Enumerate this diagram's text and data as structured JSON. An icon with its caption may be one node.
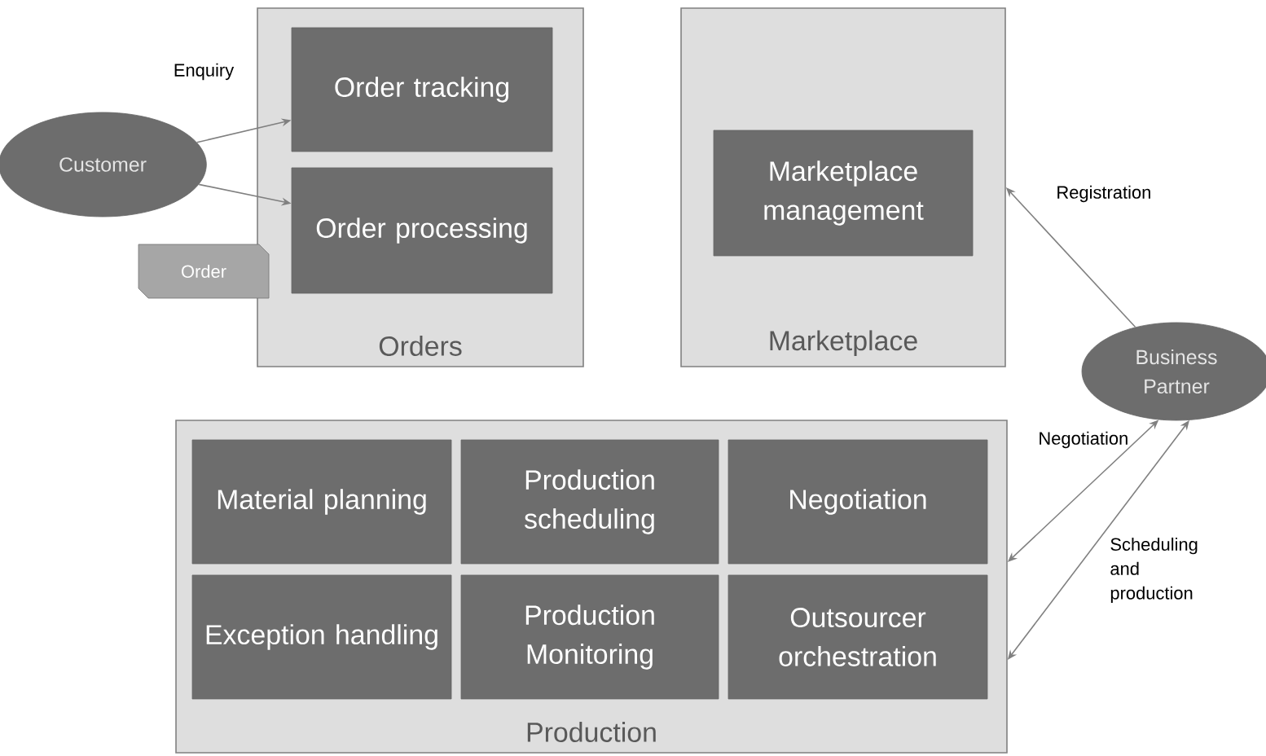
{
  "diagram": {
    "nodes": [
      {
        "text": [
          "Orders"
        ]
      },
      {
        "text": [
          "Order tracking"
        ],
        "in": 0
      },
      {
        "text": [
          "Order processing"
        ],
        "in": 0
      },
      {
        "text": [
          "Customer"
        ]
      },
      {
        "text": [
          "Order"
        ]
      },
      {
        "text": [
          "Marketplace"
        ]
      },
      {
        "text": [
          "Marketplace management"
        ],
        "in": 5
      },
      {
        "text": [
          "Business Partner"
        ]
      },
      {
        "text": [
          "Production"
        ]
      },
      {
        "text": [
          "Material planning"
        ],
        "in": 8
      },
      {
        "text": [
          "Production scheduling"
        ],
        "in": 8
      },
      {
        "text": [
          "Negotiation"
        ],
        "in": 8
      },
      {
        "text": [
          "Exception handling"
        ],
        "in": 8
      },
      {
        "text": [
          "Production Monitoring"
        ],
        "in": 8
      },
      {
        "text": [
          "Outsourcer orchestration"
        ],
        "in": 8
      }
    ],
    "edges": [
      {
        "from": 3,
        "to": 1,
        "arrow": "to",
        "label": "Enquiry"
      },
      {
        "from": 3,
        "to": 2,
        "arrow": "to"
      },
      {
        "from": 7,
        "to": 5,
        "arrow": "to",
        "label": "Registration"
      },
      {
        "from": 7,
        "to": 8,
        "arrow": "both",
        "label": "Negotiation"
      },
      {
        "from": 7,
        "to": 8,
        "arrow": "both",
        "label": "Scheduling and production"
      }
    ]
  }
}
